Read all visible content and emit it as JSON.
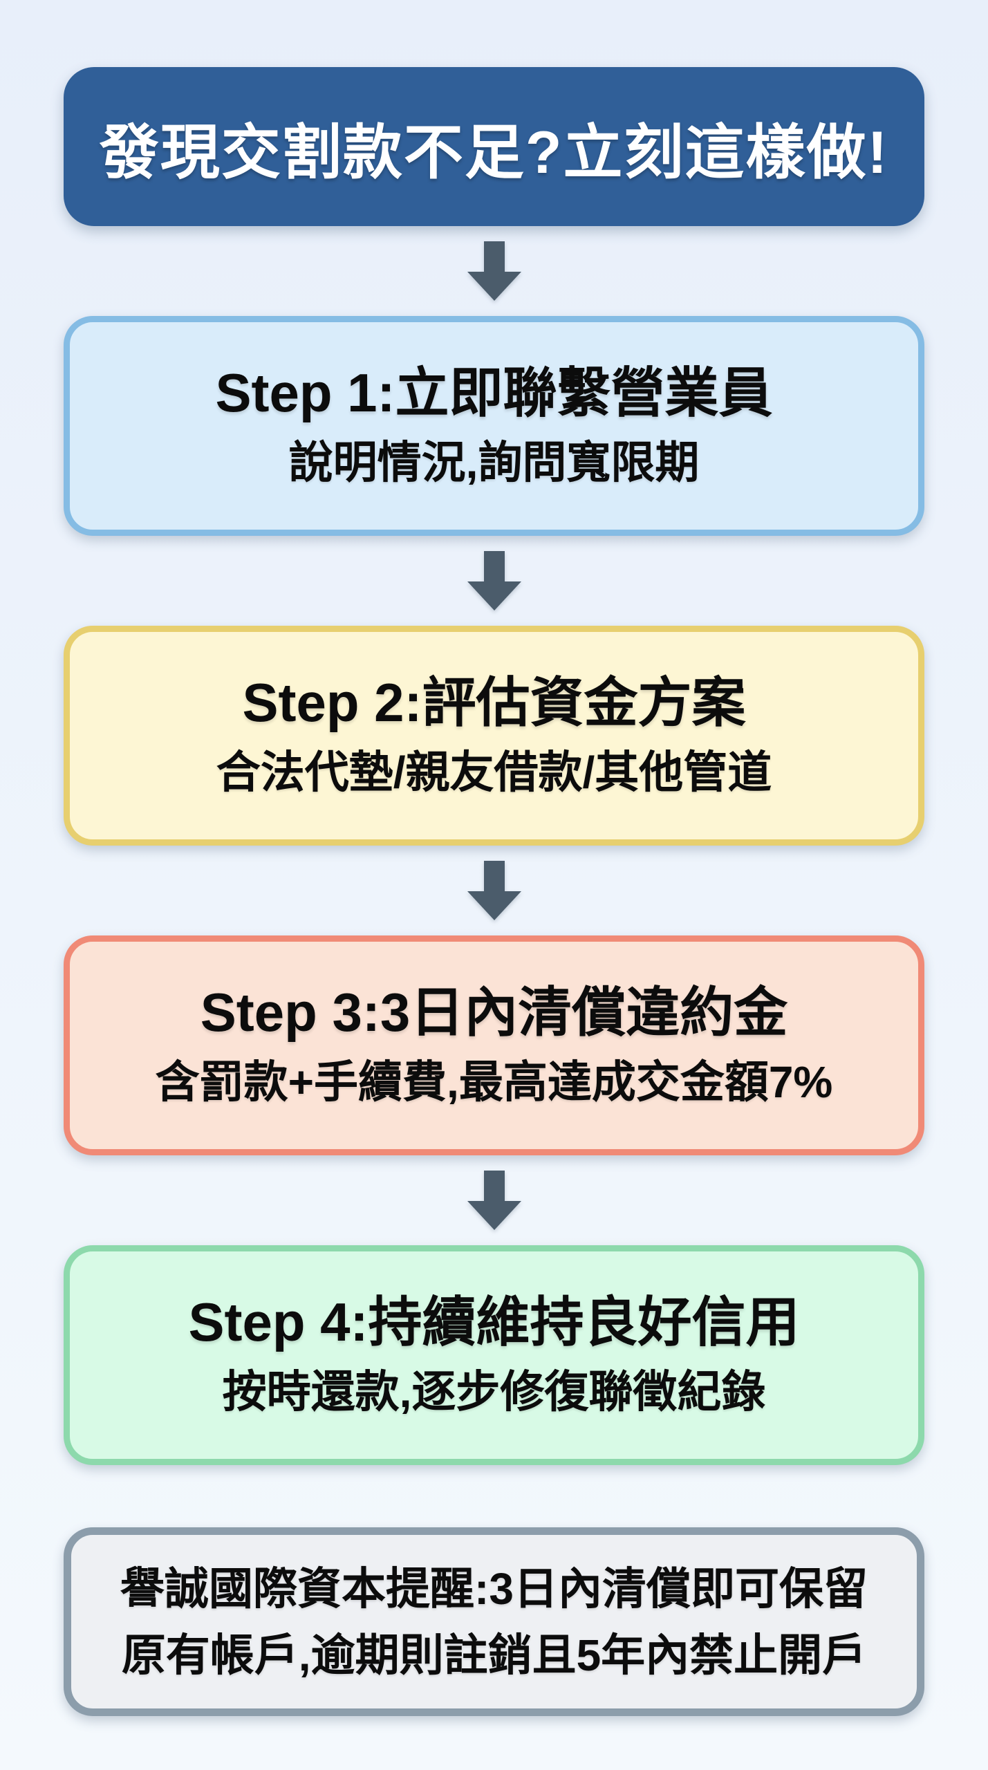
{
  "page": {
    "background": {
      "top": "#e8effa",
      "bottom": "#f4f9fd"
    }
  },
  "header": {
    "title": "發現交割款不足?立刻這樣做!",
    "background": "#305f98",
    "text_color": "#ffffff"
  },
  "arrow": {
    "icon": "down-arrow",
    "color": "#4b5c6b"
  },
  "steps": [
    {
      "title": "Step 1:立即聯繫營業員",
      "subtitle": "說明情況,詢問寬限期",
      "background": "#d9ecfa",
      "border": "#85bce4"
    },
    {
      "title": "Step 2:評估資金方案",
      "subtitle": "合法代墊/親友借款/其他管道",
      "background": "#fdf6d4",
      "border": "#e7cf6f"
    },
    {
      "title": "Step 3:3日內清償違約金",
      "subtitle": "含罰款+手續費,最高達成交金額7%",
      "background": "#fbe3d6",
      "border": "#f08a76"
    },
    {
      "title": "Step 4:持續維持良好信用",
      "subtitle": "按時還款,逐步修復聯徵紀錄",
      "background": "#d8fae6",
      "border": "#8dd9ac"
    }
  ],
  "notice": {
    "lines": [
      "譽誠國際資本提醒:3日內清償即可保留",
      "原有帳戶,逾期則註銷且5年內禁止開戶"
    ],
    "background": "#eef0f3",
    "border": "#8c9dab",
    "text_color": "#0c0c0c"
  }
}
